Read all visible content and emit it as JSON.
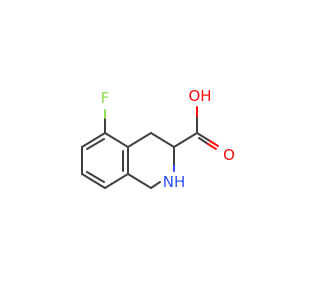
{
  "molecule": {
    "atoms": {
      "F": "F",
      "OH": "OH",
      "O": "O",
      "NH": "NH"
    },
    "colors": {
      "carbon": "#404040",
      "oxygen": "#ff0d0d",
      "nitrogen": "#3050f8",
      "fluorine": "#90e050"
    }
  }
}
